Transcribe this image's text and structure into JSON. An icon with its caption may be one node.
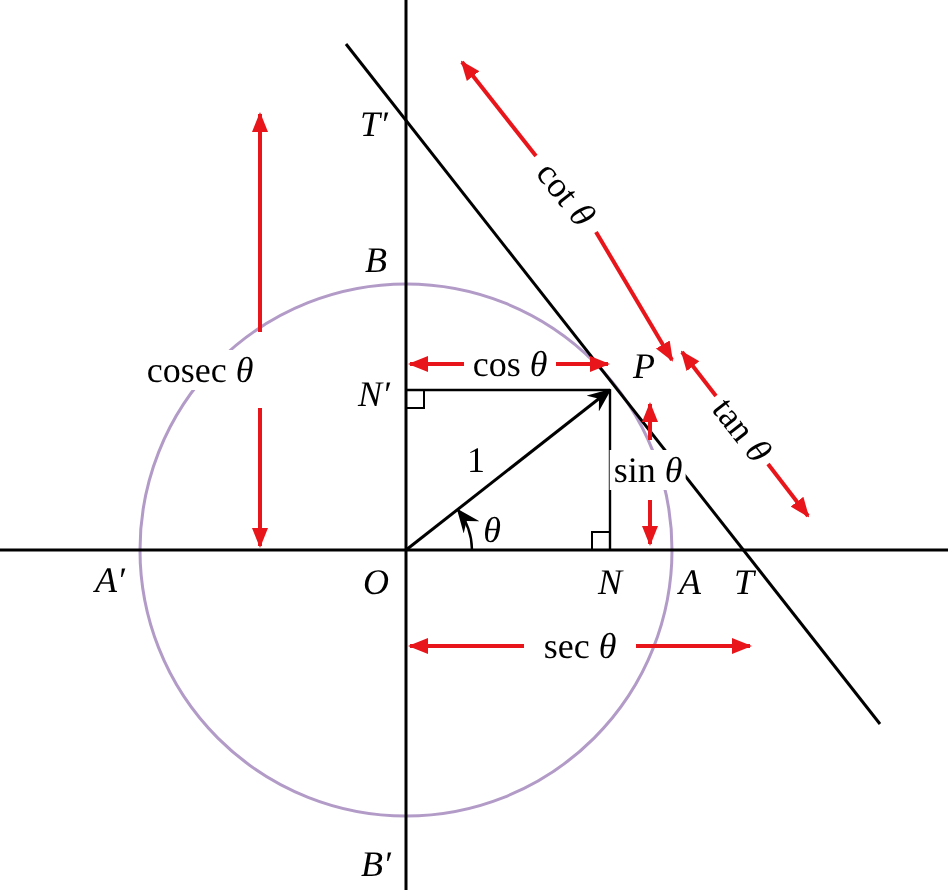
{
  "diagram": {
    "labels": [
      "T′",
      "cot *θ*",
      "cosec *θ*",
      "B",
      "cos *θ*",
      "P",
      "N′",
      "tan *θ*",
      "1",
      "sin *θ*",
      "θ",
      "A′",
      "O",
      "N",
      "A",
      "T",
      "sec *θ*",
      "B′"
    ]
  }
}
